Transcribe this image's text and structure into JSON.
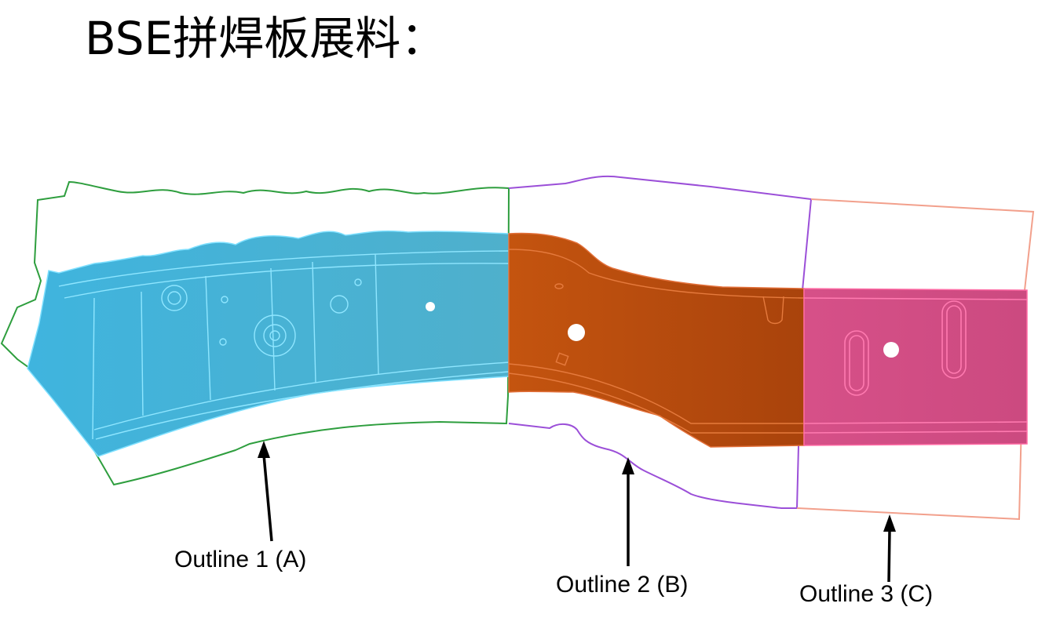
{
  "title": "BSE拼焊板展料：",
  "labels": {
    "outline_a": "Outline 1 (A)",
    "outline_b": "Outline 2 (B)",
    "outline_c": "Outline 3 (C)"
  },
  "colors": {
    "outline_a": "#2e9e3e",
    "outline_b": "#9b4fd8",
    "outline_c": "#f2a08c",
    "part_a": "#4fb7d8",
    "part_b": "#b54a0e",
    "part_c": "#d84d86"
  }
}
